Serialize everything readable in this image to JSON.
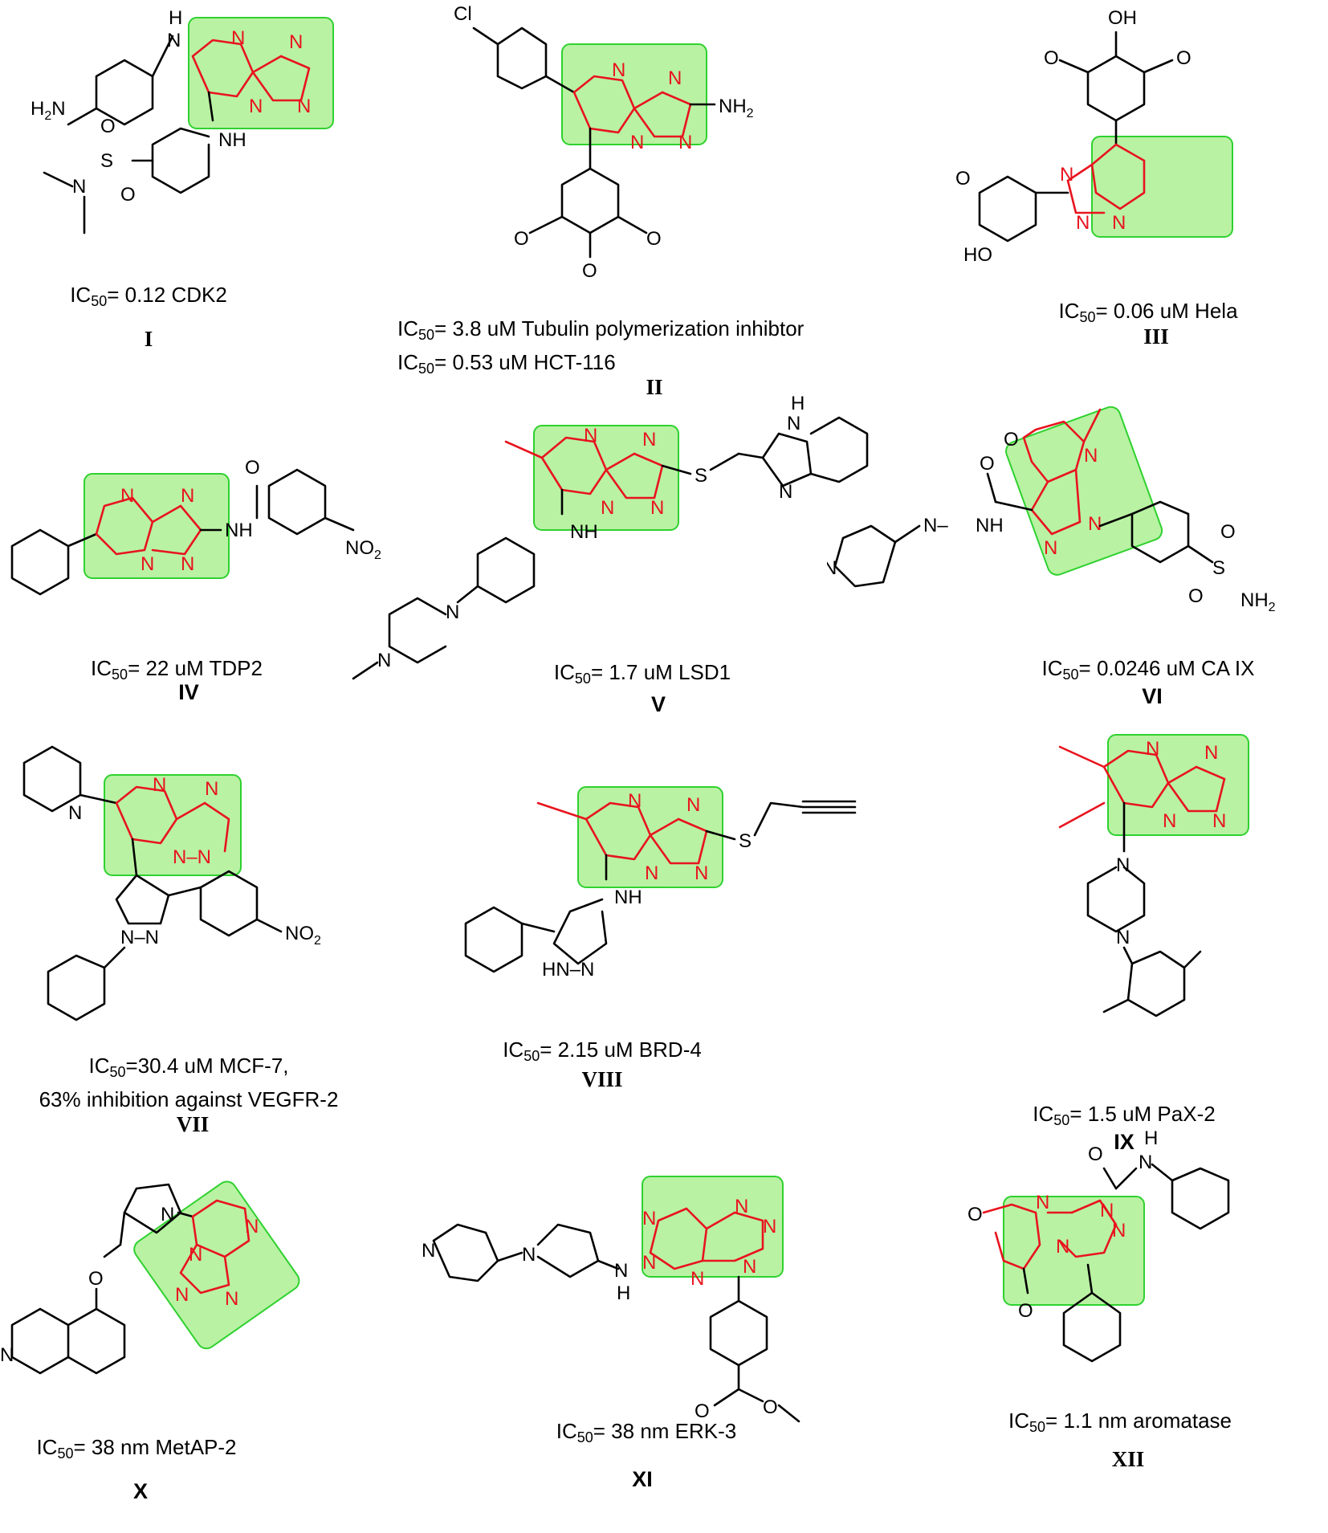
{
  "compounds": [
    {
      "id": "I",
      "lines": [
        {
          "pre": "IC",
          "sub": "50",
          "post": "= 0.12 CDK2"
        }
      ],
      "num": "I"
    },
    {
      "id": "II",
      "lines": [
        {
          "pre": "IC",
          "sub": "50",
          "post": "= 3.8 uM Tubulin polymerization inhibtor"
        },
        {
          "pre": "IC",
          "sub": "50",
          "post": "= 0.53 uM  HCT-116"
        }
      ],
      "num": "II"
    },
    {
      "id": "III",
      "lines": [
        {
          "pre": "IC",
          "sub": "50",
          "post": "= 0.06 uM Hela"
        }
      ],
      "num": "III"
    },
    {
      "id": "IV",
      "lines": [
        {
          "pre": "IC",
          "sub": "50",
          "post": "= 22 uM TDP2"
        }
      ],
      "num": "IV"
    },
    {
      "id": "V",
      "lines": [
        {
          "pre": "IC",
          "sub": "50",
          "post": "= 1.7 uM LSD1"
        }
      ],
      "num": "V"
    },
    {
      "id": "VI",
      "lines": [
        {
          "pre": "IC",
          "sub": "50",
          "post": "= 0.0246 uM CA IX"
        }
      ],
      "num": "VI"
    },
    {
      "id": "VII",
      "lines": [
        {
          "pre": "IC",
          "sub": "50",
          "post": "=30.4 uM MCF-7,"
        },
        {
          "pre": "",
          "sub": "",
          "post": "63% inhibition against VEGFR-2"
        }
      ],
      "num": "VII"
    },
    {
      "id": "VIII",
      "lines": [
        {
          "pre": "IC",
          "sub": "50",
          "post": "= 2.15 uM BRD-4"
        }
      ],
      "num": "VIII"
    },
    {
      "id": "IX",
      "lines": [
        {
          "pre": "IC",
          "sub": "50",
          "post": "= 1.5 uM PaX-2"
        }
      ],
      "num": "IX"
    },
    {
      "id": "X",
      "lines": [
        {
          "pre": "IC",
          "sub": "50",
          "post": "= 38 nm  MetAP-2"
        }
      ],
      "num": "X"
    },
    {
      "id": "XI",
      "lines": [
        {
          "pre": "IC",
          "sub": "50",
          "post": "= 38 nm  ERK-3"
        }
      ],
      "num": "XI"
    },
    {
      "id": "XII",
      "lines": [
        {
          "pre": "IC",
          "sub": "50",
          "post": "= 1.1 nm  aromatase"
        }
      ],
      "num": "XII"
    }
  ],
  "atom_labels": {
    "N": "N",
    "NH": "NH",
    "H": "H",
    "H2N": "H2N",
    "NH2": "NH2",
    "S": "S",
    "O": "O",
    "Cl": "Cl",
    "HO": "HO",
    "OH": "OH",
    "NO2": "NO2",
    "HN": "HN",
    "N-N": "N–N"
  },
  "colors": {
    "scaffold": "#e8141e",
    "highlight_fill": "#b9f2a3",
    "highlight_stroke": "#2fd12f",
    "bond": "#000000"
  }
}
